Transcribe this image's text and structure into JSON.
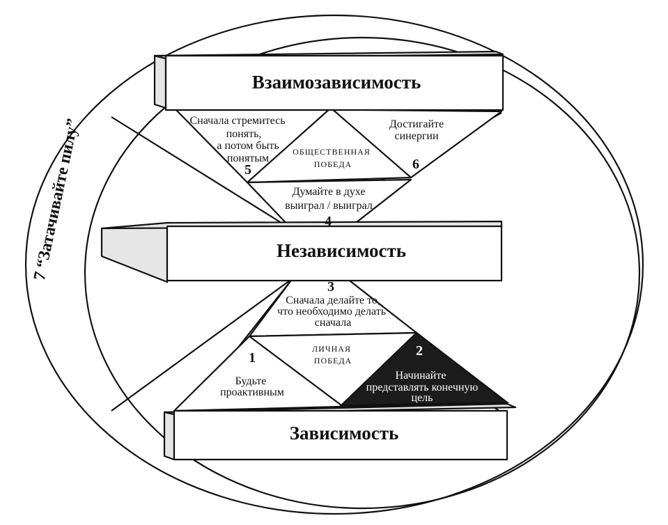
{
  "levels": {
    "interdependence": "Взаимозависимость",
    "independence": "Независимость",
    "dependence": "Зависимость"
  },
  "victories": {
    "public": [
      "ОБЩЕСТВЕННАЯ",
      "ПОБЕДА"
    ],
    "private": [
      "ЛИЧНАЯ",
      "ПОБЕДА"
    ]
  },
  "habits": [
    {
      "number": "1",
      "lines": [
        "Будьте",
        "проактивным"
      ]
    },
    {
      "number": "2",
      "lines": [
        "Начинайте",
        "представлять конечную",
        "цель"
      ]
    },
    {
      "number": "3",
      "lines": [
        "Сначала делайте то,",
        "что необходимо делать",
        "сначала"
      ]
    },
    {
      "number": "4",
      "lines": [
        "Думайте в духе",
        "выиграл / выиграл"
      ]
    },
    {
      "number": "5",
      "lines": [
        "Сначала стремитесь",
        "понять,",
        "а потом быть",
        "понятым"
      ]
    },
    {
      "number": "6",
      "lines": [
        "Достигайте",
        "синергии"
      ]
    }
  ],
  "sharpen_the_saw": "7 “Затачивайте пилу”"
}
